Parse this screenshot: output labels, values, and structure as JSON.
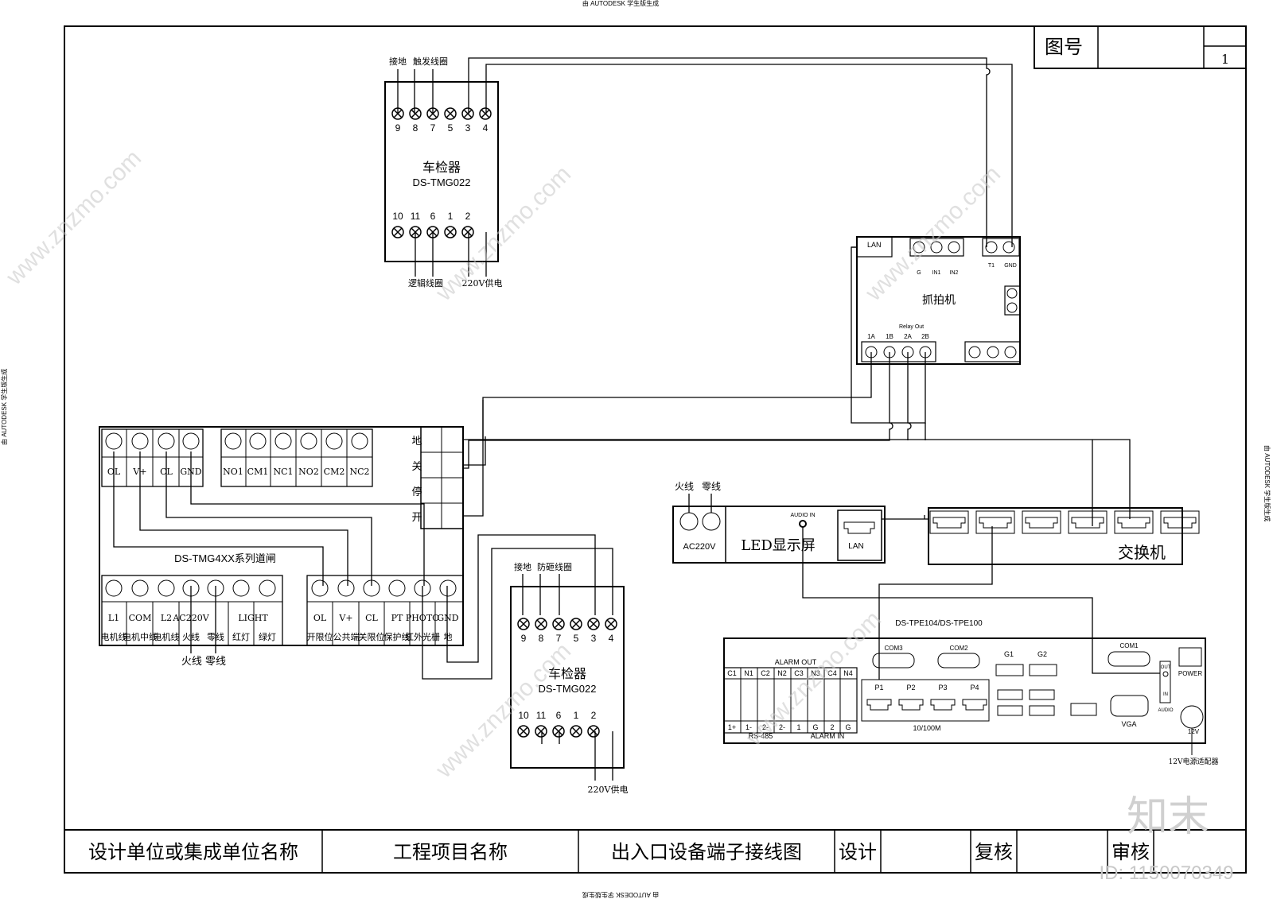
{
  "header": {
    "top_stamp": "由 AUTODESK 学生版生成",
    "side_stamp": "由 AUTODESK 学生版生成",
    "bottom_stamp": "由 AUTODESK 学生版生成"
  },
  "title_block": {
    "drawing_no_label": "图号",
    "drawing_no": "1",
    "design_unit": "设计单位或集成单位名称",
    "project_name": "工程项目名称",
    "drawing_title": "出入口设备端子接线图",
    "design": "设计",
    "check": "复核",
    "review": "审核"
  },
  "detector1": {
    "title": "车检器",
    "model": "DS-TMG022",
    "top_terms": [
      "9",
      "8",
      "7",
      "5",
      "3",
      "4"
    ],
    "bottom_terms": [
      "10",
      "11",
      "6",
      "1",
      "2"
    ],
    "label_ground": "接地",
    "label_trigger": "触发线圈",
    "label_logic": "逻辑线圈",
    "label_power": "220V供电"
  },
  "detector2": {
    "title": "车检器",
    "model": "DS-TMG022",
    "top_terms": [
      "9",
      "8",
      "7",
      "5",
      "3",
      "4"
    ],
    "bottom_terms": [
      "10",
      "11",
      "6",
      "1",
      "2"
    ],
    "label_ground": "接地",
    "label_anti": "防砸线圈",
    "label_power": "220V供电"
  },
  "camera": {
    "title": "抓拍机",
    "lan": "LAN",
    "top_labels": [
      "G",
      "IN1",
      "IN2",
      "T1",
      "GND"
    ],
    "bottom_labels": [
      "1A",
      "1B",
      "2A",
      "2B"
    ],
    "relay_note": "Relay Out"
  },
  "barrier": {
    "title": "DS-TMG4XX系列道闸",
    "top_terms": [
      "OL",
      "V+",
      "CL",
      "GND"
    ],
    "relay_terms": [
      "NO1",
      "CM1",
      "NC1",
      "NO2",
      "CM2",
      "NC2"
    ],
    "side_terms": [
      "地",
      "关",
      "停",
      "开"
    ],
    "bottom_terms": [
      "L1",
      "COM",
      "L2",
      "AC220V",
      "LIGHT",
      "OL",
      "V+",
      "CL",
      "PT",
      "PHOTO",
      "GND"
    ],
    "bottom_desc": [
      "电机线",
      "电机中线",
      "电机线",
      "火线",
      "零线",
      "红灯",
      "绿灯",
      "开限位",
      "公共端",
      "关限位",
      "保护线",
      "红外光栅",
      "地"
    ],
    "mains_label": "火线  零线"
  },
  "led": {
    "power_label_fire": "火线",
    "power_label_zero": "零线",
    "ac": "AC220V",
    "title": "LED显示屏",
    "audio": "AUDIO IN",
    "lan": "LAN"
  },
  "switch": {
    "title": "交换机"
  },
  "controller": {
    "model": "DS-TPE104/DS-TPE100",
    "alarm_out": "ALARM OUT",
    "alarm_out_terms": [
      "C1",
      "N1",
      "C2",
      "N2",
      "C3",
      "N3",
      "C4",
      "N4"
    ],
    "rs485": "RS-485",
    "alarm_in": "ALARM IN",
    "bottom_terms": [
      "1+",
      "1-",
      "2-",
      "2-",
      "1",
      "G",
      "2",
      "G"
    ],
    "com3": "COM3",
    "com2": "COM2",
    "com1": "COM1",
    "g1": "G1",
    "g2": "G2",
    "ports": [
      "P1",
      "P2",
      "P3",
      "P4"
    ],
    "speed": "10/100M",
    "vga": "VGA",
    "power": "POWER",
    "out": "OUT",
    "in": "IN",
    "audio": "AUDIO",
    "v12": "12V",
    "adapter": "12V电源适配器"
  },
  "watermark": {
    "brand": "知末",
    "id": "ID: 1150070349",
    "site": "www.znzmo.com"
  }
}
